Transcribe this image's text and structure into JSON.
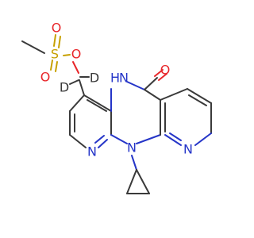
{
  "atoms": {
    "s": "S",
    "o_sulfonyl_top": "O",
    "o_sulfonyl_bottom": "O",
    "o_ester": "O",
    "d1": "D",
    "d2": "D",
    "nh": "H",
    "nh_n": "N",
    "o_carbonyl": "O",
    "n_center": "N",
    "n_pyridine_left": "N",
    "n_pyridine_right": "N"
  },
  "colors": {
    "bond": "#3a3a3a",
    "oxygen": "#e8262a",
    "nitrogen": "#2535c8",
    "sulfur": "#c7a000",
    "deuterium": "#3a3a3a"
  }
}
